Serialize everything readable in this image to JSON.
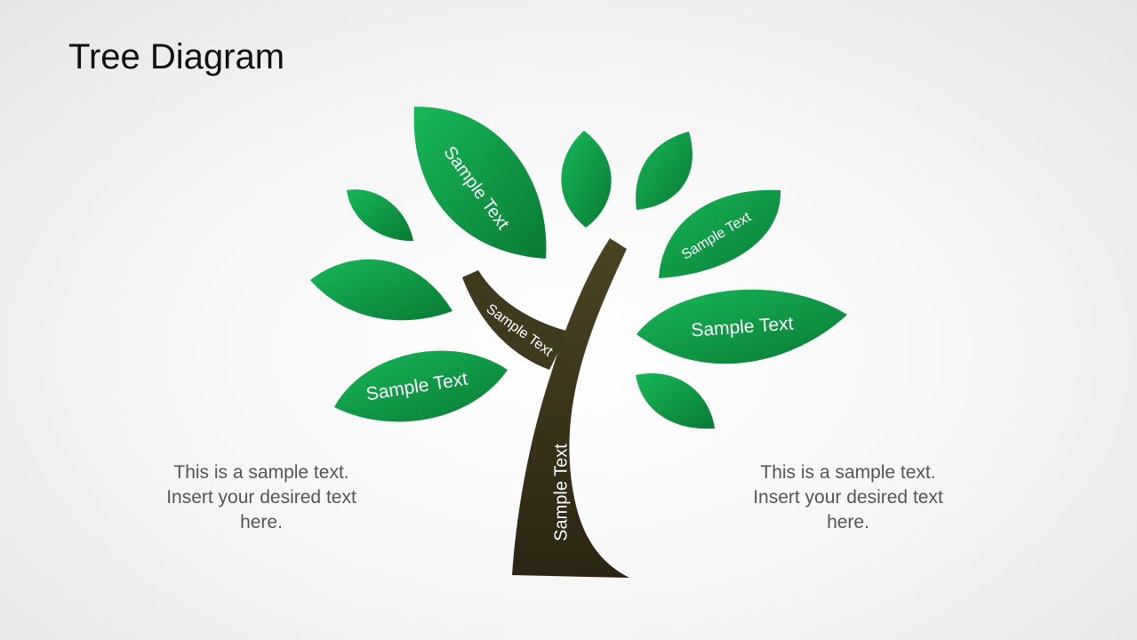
{
  "slide": {
    "title": "Tree Diagram"
  },
  "tree": {
    "trunk_label": "Sample Text",
    "branch_label": "Sample Text",
    "leaf_labels": {
      "top_left_large": "Sample Text",
      "upper_right": "Sample Text",
      "middle_right": "Sample Text",
      "lower_left": "Sample Text"
    }
  },
  "left_text": {
    "lines": [
      "This is a sample text.",
      "Insert your desired text",
      "here."
    ]
  },
  "right_text": {
    "lines": [
      "This is a sample text.",
      "Insert your desired text",
      "here."
    ]
  },
  "colors": {
    "leaf_light": "#17b85a",
    "leaf_dark": "#0a7a34",
    "trunk_top": "#4b4424",
    "trunk_bottom": "#2b2513",
    "text_gray": "#555555"
  }
}
